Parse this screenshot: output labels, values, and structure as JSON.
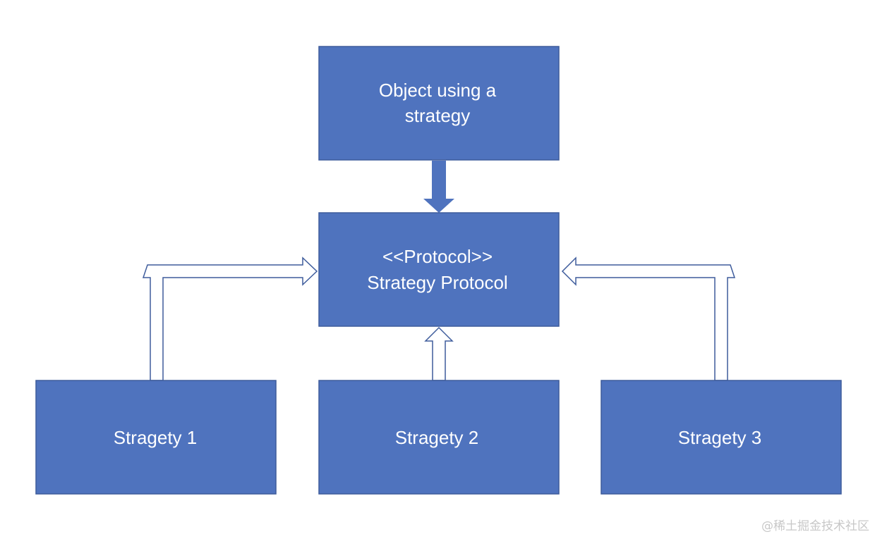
{
  "colors": {
    "box_fill": "#4f73be",
    "box_stroke": "#3e5c9c",
    "arrow_fill": "#4f73be",
    "open_arrow_stroke": "#3e5c9c",
    "background": "#ffffff",
    "watermark": "#c8c8c8"
  },
  "nodes": {
    "client": {
      "line1": "Object using a",
      "line2": "strategy"
    },
    "protocol": {
      "line1": "<<Protocol>>",
      "line2": "Strategy Protocol"
    },
    "strategy1": {
      "label": "Stragety 1"
    },
    "strategy2": {
      "label": "Stragety 2"
    },
    "strategy3": {
      "label": "Stragety 3"
    }
  },
  "edges": [
    {
      "from": "client",
      "to": "protocol",
      "style": "filled-arrow"
    },
    {
      "from": "strategy1",
      "to": "protocol",
      "style": "open-arrow"
    },
    {
      "from": "strategy2",
      "to": "protocol",
      "style": "open-arrow"
    },
    {
      "from": "strategy3",
      "to": "protocol",
      "style": "open-arrow"
    }
  ],
  "watermark": "@稀土掘金技术社区"
}
